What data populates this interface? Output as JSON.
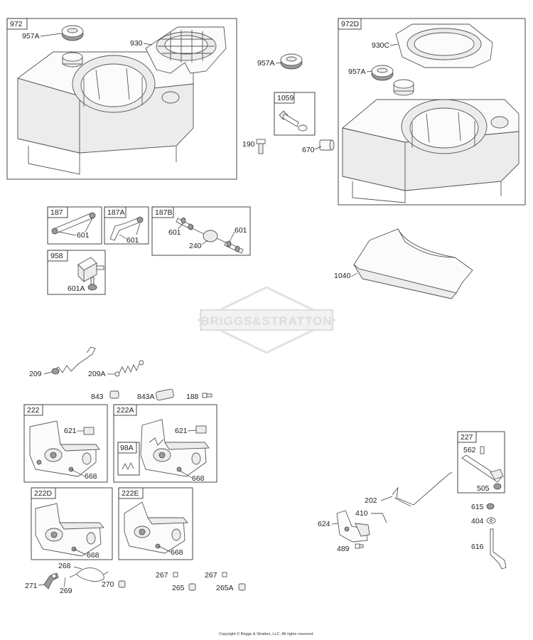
{
  "boxes": {
    "b972": "972",
    "b972D": "972D",
    "b1059": "1059",
    "b187": "187",
    "b187A": "187A",
    "b187B": "187B",
    "b958": "958",
    "b222": "222",
    "b222A": "222A",
    "b98A": "98A",
    "b222D": "222D",
    "b222E": "222E",
    "b227": "227"
  },
  "labels": {
    "p957A_a": "957A",
    "p930": "930",
    "p957A_b": "957A",
    "p930C": "930C",
    "p957A_c": "957A",
    "p190": "190",
    "p670": "670",
    "p601_a": "601",
    "p601_b": "601",
    "p601_c": "601",
    "p601_d": "601",
    "p240": "240",
    "p601A": "601A",
    "p1040": "1040",
    "p209": "209",
    "p209A": "209A",
    "p843": "843",
    "p843A": "843A",
    "p188": "188",
    "p621_a": "621",
    "p668_a": "668",
    "p621_b": "621",
    "p668_b": "668",
    "p668_c": "668",
    "p668_d": "668",
    "p268": "268",
    "p271": "271",
    "p269": "269",
    "p270": "270",
    "p267_a": "267",
    "p267_b": "267",
    "p265": "265",
    "p265A": "265A",
    "p562": "562",
    "p505": "505",
    "p202": "202",
    "p410": "410",
    "p624": "624",
    "p489": "489",
    "p615": "615",
    "p404": "404",
    "p616": "616"
  },
  "watermark": "BRIGGS&STRATTON",
  "copyright": "Copyright © Briggs & Stratton, LLC. All rights reserved."
}
